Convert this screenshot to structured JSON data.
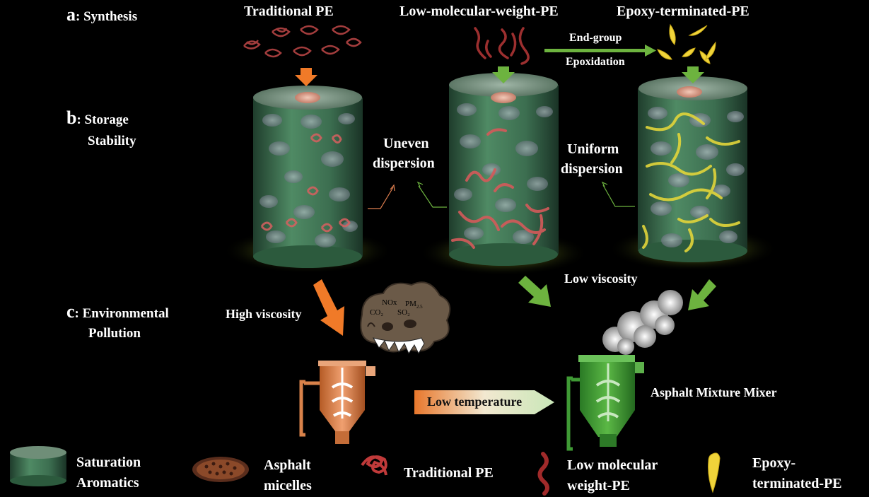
{
  "sections": {
    "a": {
      "letter": "a",
      "title": ": Synthesis"
    },
    "b": {
      "letter": "b",
      "title_line1": ": Storage",
      "title_line2": "Stability"
    },
    "c": {
      "letter": "c",
      "title_line1": ": Environmental",
      "title_line2": "Pollution"
    }
  },
  "headers": {
    "traditional": "Traditional  PE",
    "low_mw": "Low-molecular-weight-PE",
    "epoxy": "Epoxy-terminated-PE"
  },
  "reaction": {
    "line1": "End-group",
    "line2": "Epoxidation"
  },
  "dispersion": {
    "uneven_line1": "Uneven",
    "uneven_line2": "dispersion",
    "uniform_line1": "Uniform",
    "uniform_line2": "dispersion"
  },
  "viscosity": {
    "high": "High viscosity",
    "low": "Low viscosity"
  },
  "pollution_cloud": {
    "nox": "NOx",
    "pm": "PM",
    "pm_sub": "2.5",
    "co2": "CO₂",
    "so2": "SO₂"
  },
  "process": {
    "low_temperature": "Low temperature",
    "mixer": "Asphalt  Mixture  Mixer"
  },
  "legend": {
    "saturation_line1": "Saturation",
    "saturation_line2": "Aromatics",
    "micelles_line1": "Asphalt",
    "micelles_line2": "micelles",
    "traditional_pe": "Traditional PE",
    "lowmw_line1": "Low molecular",
    "lowmw_line2": "weight-PE",
    "epoxy_line1": "Epoxy-",
    "epoxy_line2": "terminated-PE"
  },
  "colors": {
    "orange_arrow": "#f07a28",
    "green_arrow": "#6db33f",
    "cylinder_green": "#3f7a55",
    "pe_red": "#b33a3a",
    "epoxy_yellow": "#e8d21a",
    "mixer_orange": "#d9824a",
    "mixer_green": "#3f9a35"
  }
}
